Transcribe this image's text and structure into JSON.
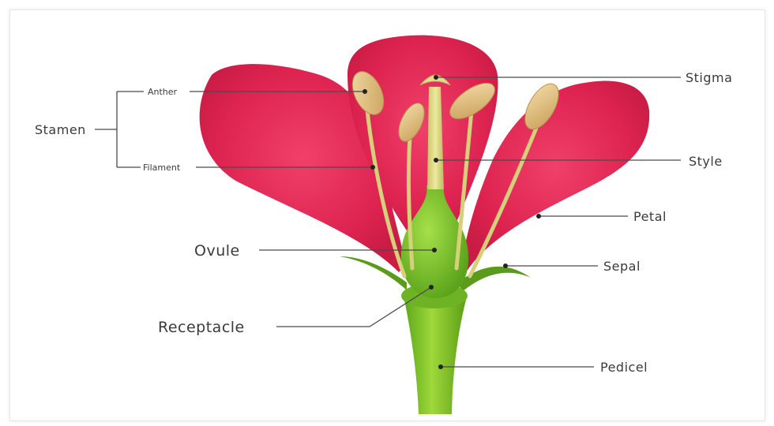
{
  "labels": {
    "stamen": "Stamen",
    "anther": "Anther",
    "filament": "Filament",
    "stigma": "Stigma",
    "style": "Style",
    "petal": "Petal",
    "ovule": "Ovule",
    "sepal": "Sepal",
    "receptacle": "Receptacle",
    "pedicel": "Pedicel"
  },
  "colors": {
    "petal": "#e0284f",
    "stem": "#7cc12a",
    "anther": "#e8c888",
    "filament": "#d9d68a"
  }
}
